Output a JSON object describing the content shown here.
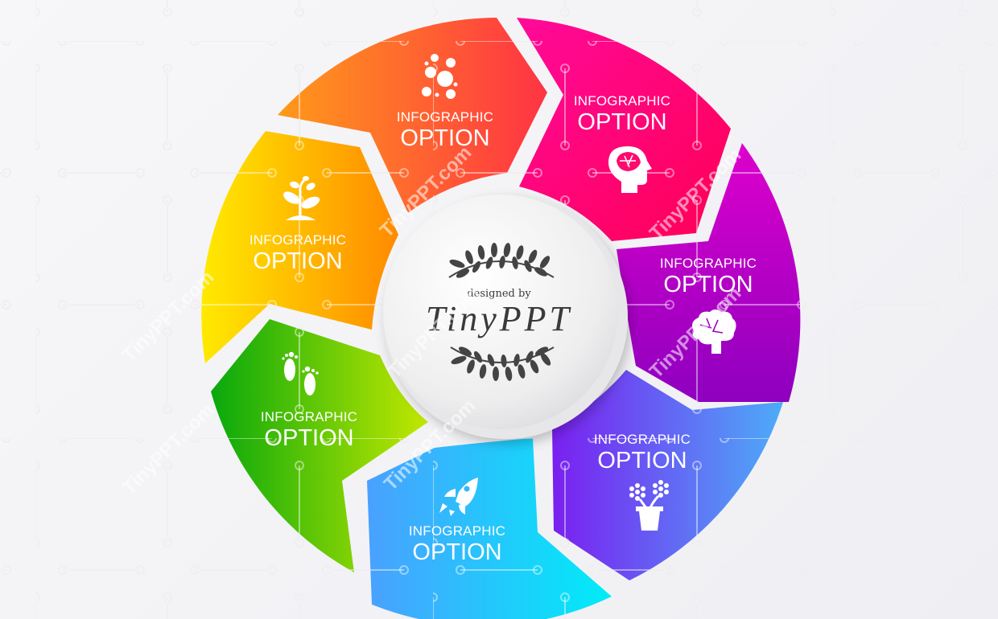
{
  "diagram": {
    "type": "cycle-infographic",
    "segment_count": 7,
    "center": {
      "top_text": "designed by",
      "brand": "TinyPPT",
      "decoration": "laurel-branches"
    },
    "segments": [
      {
        "id": "orange",
        "small": "INFOGRAPHIC",
        "big": "OPTION",
        "icon": "bubbles-icon",
        "gradient": [
          "#ff9a1a",
          "#ff3344"
        ]
      },
      {
        "id": "magenta",
        "small": "INFOGRAPHIC",
        "big": "OPTION",
        "icon": "head-brain-icon",
        "gradient": [
          "#ff0a8c",
          "#ff0066"
        ]
      },
      {
        "id": "purple",
        "small": "INFOGRAPHIC",
        "big": "OPTION",
        "icon": "brain-icon",
        "gradient": [
          "#d400c8",
          "#9a00c0"
        ]
      },
      {
        "id": "violet",
        "small": "INFOGRAPHIC",
        "big": "OPTION",
        "icon": "flower-pot-icon",
        "gradient": [
          "#7a1ff0",
          "#4da8f8"
        ]
      },
      {
        "id": "cyan",
        "small": "INFOGRAPHIC",
        "big": "OPTION",
        "icon": "rocket-icon",
        "gradient": [
          "#4aa6ff",
          "#00e8f8"
        ]
      },
      {
        "id": "green",
        "small": "INFOGRAPHIC",
        "big": "OPTION",
        "icon": "footprints-icon",
        "gradient": [
          "#0fa80f",
          "#bde600"
        ]
      },
      {
        "id": "yellow",
        "small": "INFOGRAPHIC",
        "big": "OPTION",
        "icon": "plant-sprout-icon",
        "gradient": [
          "#ffe600",
          "#ff8c00"
        ]
      }
    ],
    "watermark": "TinyPPT.com",
    "background_color": "#f2f2f5"
  }
}
